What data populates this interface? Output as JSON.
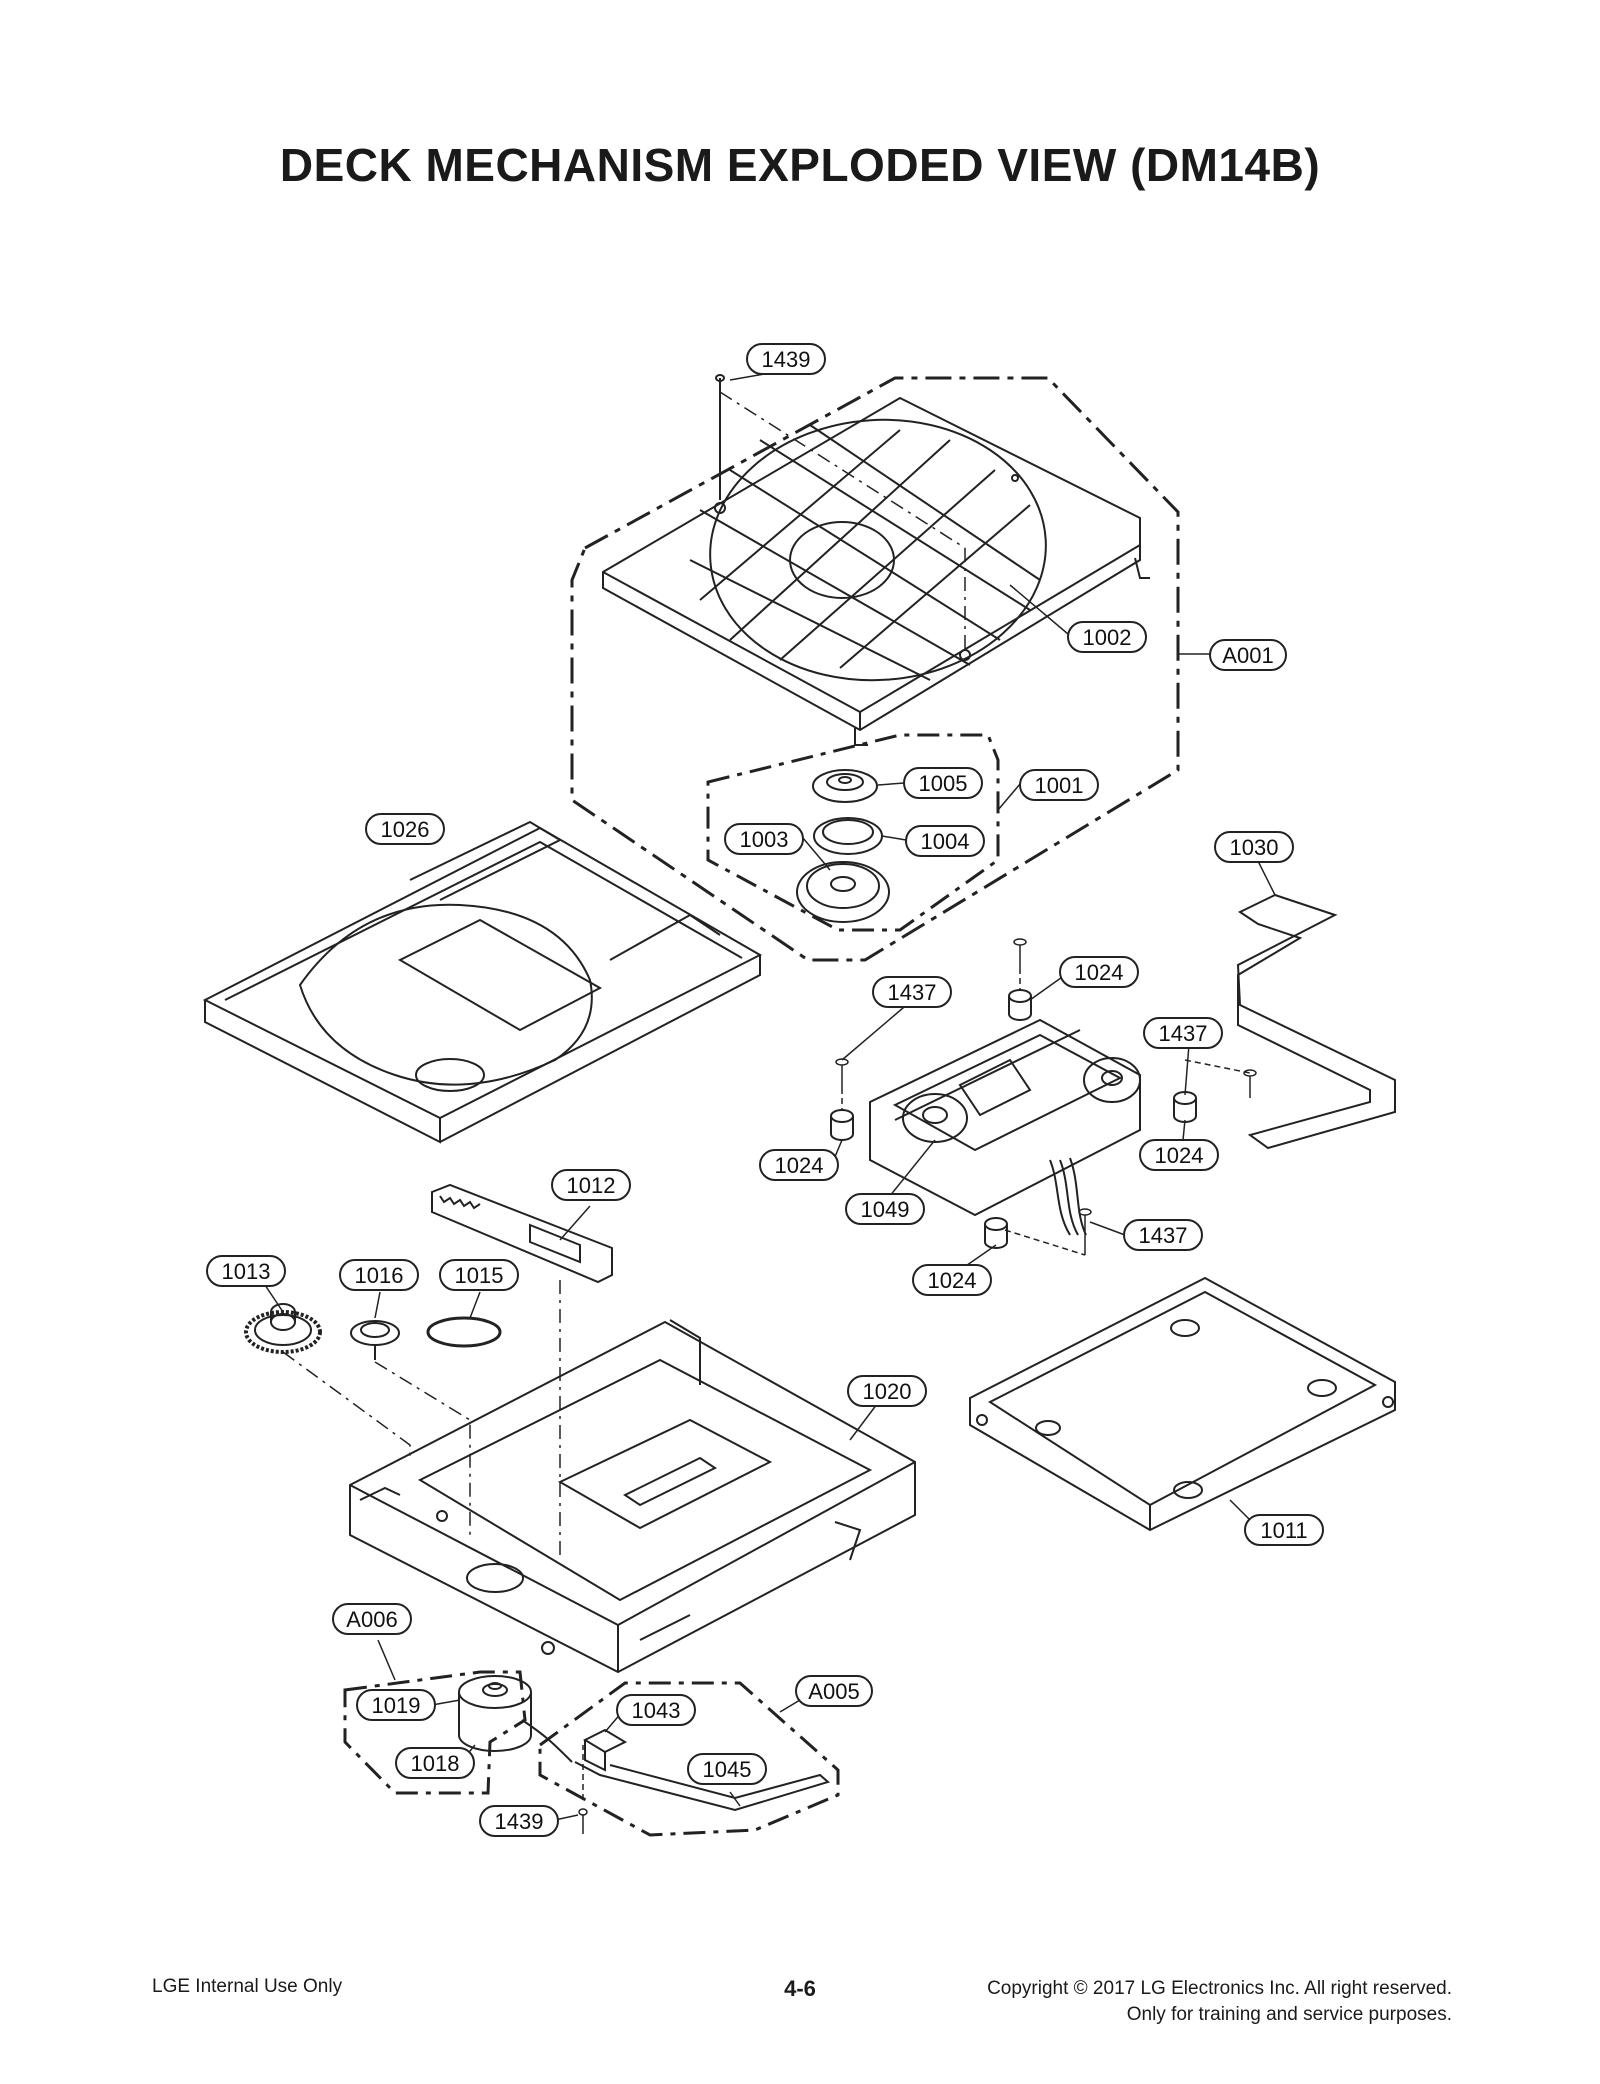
{
  "title": "DECK MECHANISM EXPLODED VIEW (DM14B)",
  "footer": {
    "left": "LGE Internal Use Only",
    "page": "4-6",
    "copyright_line1": "Copyright © 2017 LG Electronics Inc. All right reserved.",
    "copyright_line2": "Only for training and service purposes."
  },
  "labels": {
    "l1439_top": "1439",
    "l1002": "1002",
    "lA001": "A001",
    "l1005": "1005",
    "l1001": "1001",
    "l1003": "1003",
    "l1004": "1004",
    "l1026": "1026",
    "l1030": "1030",
    "l1024_a": "1024",
    "l1437_a": "1437",
    "l1437_b": "1437",
    "l1024_b": "1024",
    "l1024_c": "1024",
    "l1049": "1049",
    "l1437_c": "1437",
    "l1024_d": "1024",
    "l1012": "1012",
    "l1013": "1013",
    "l1016": "1016",
    "l1015": "1015",
    "l1020": "1020",
    "l1011": "1011",
    "lA006": "A006",
    "l1019": "1019",
    "l1018": "1018",
    "l1043": "1043",
    "lA005": "A005",
    "l1045": "1045",
    "l1439_bottom": "1439"
  }
}
